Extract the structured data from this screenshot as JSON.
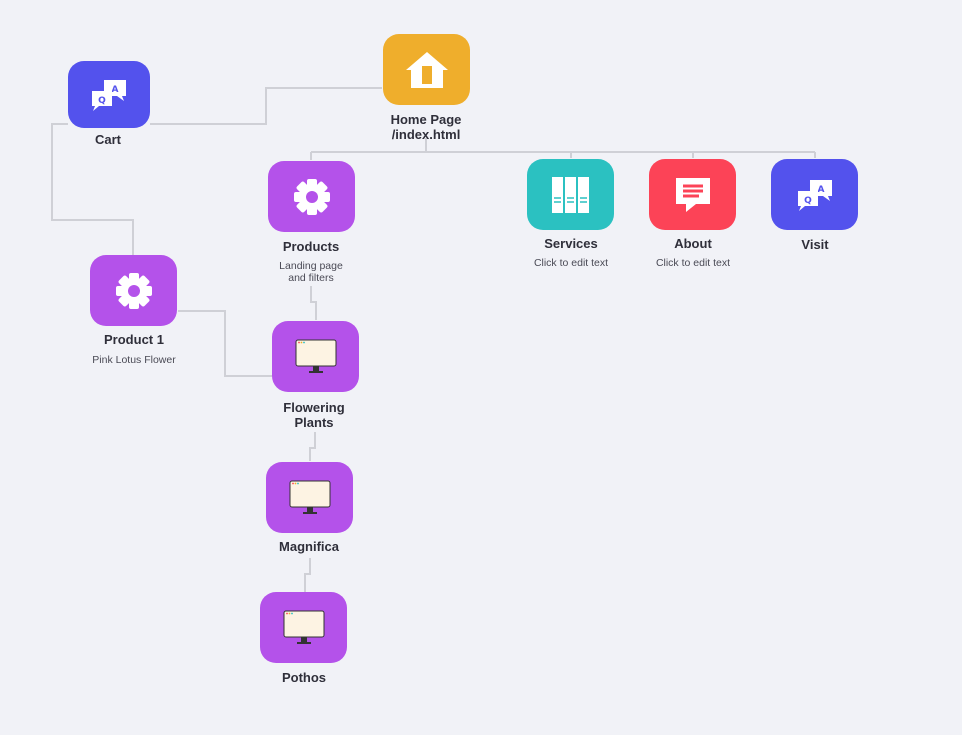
{
  "colors": {
    "home": "#efae2c",
    "blue": "#5352ed",
    "purple": "#b452ea",
    "teal": "#2bc1c1",
    "red": "#fc4357",
    "connector": "#cfd0d6"
  },
  "nodes": {
    "home": {
      "title": "Home Page",
      "subtitle": "/index.html",
      "icon": "house-icon"
    },
    "cart": {
      "title": "Cart",
      "icon": "qa-chat-icon"
    },
    "products": {
      "title": "Products",
      "desc_line1": "Landing page",
      "desc_line2": "and filters",
      "icon": "gear-icon"
    },
    "services": {
      "title": "Services",
      "desc": "Click to edit text",
      "icon": "books-icon"
    },
    "about": {
      "title": "About",
      "desc": "Click to edit text",
      "icon": "message-icon"
    },
    "visit": {
      "title": "Visit",
      "icon": "qa-chat-icon"
    },
    "product1": {
      "title": "Product 1",
      "desc": "Pink Lotus Flower",
      "icon": "gear-icon"
    },
    "flowering": {
      "title_line1": "Flowering",
      "title_line2": "Plants",
      "icon": "monitor-icon"
    },
    "magnifica": {
      "title": "Magnifica",
      "icon": "monitor-icon"
    },
    "pothos": {
      "title": "Pothos",
      "icon": "monitor-icon"
    }
  }
}
